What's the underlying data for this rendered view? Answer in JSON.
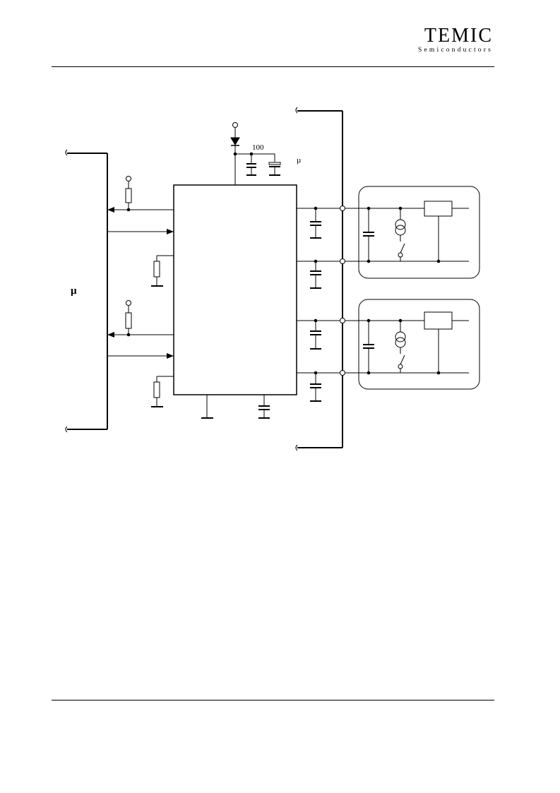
{
  "header": {
    "logo_text": "TEMIC",
    "logo_subtext": "Semiconductors"
  },
  "diagram": {
    "label_capacitor_value": "100",
    "label_micro_small": "µ",
    "label_microcontroller": "µ"
  }
}
